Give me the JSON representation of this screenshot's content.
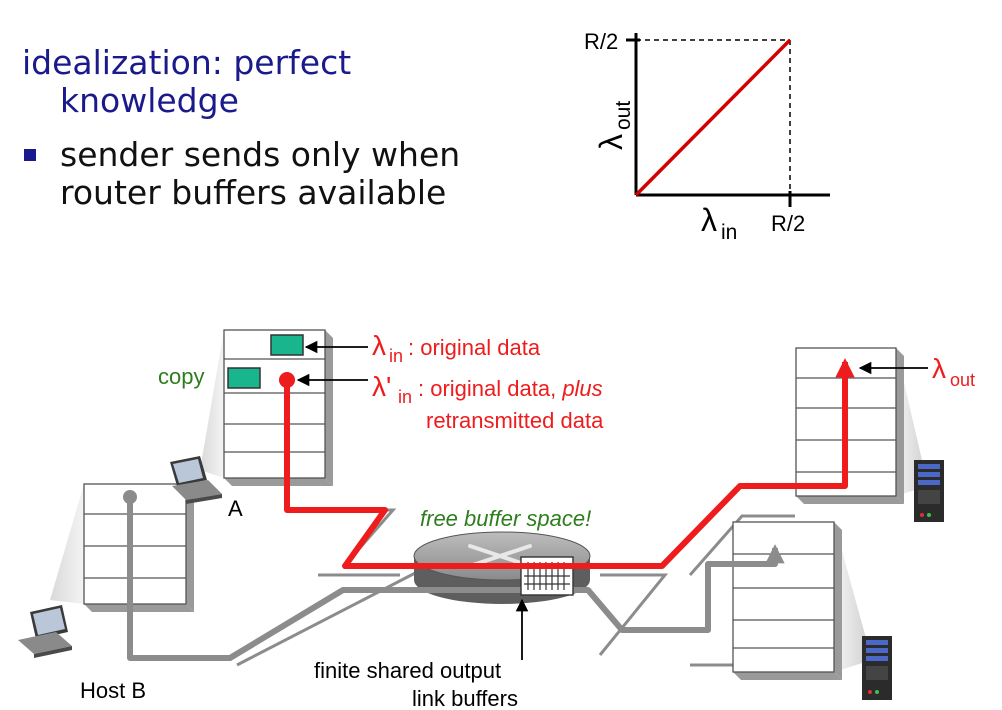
{
  "heading": {
    "line1": "idealization: perfect",
    "line2": "knowledge"
  },
  "bullet": {
    "line1": "sender sends only when",
    "line2": "router buffers available"
  },
  "graph": {
    "y_tick": "R/2",
    "x_tick": "R/2",
    "y_label_main": "λ",
    "y_label_sub": "out",
    "x_label_main": "λ",
    "x_label_sub": "in",
    "line_color": "#d40000"
  },
  "labels": {
    "lambda_in": {
      "main": "λ",
      "sub": "in",
      "text": " : original data"
    },
    "lambda_in_prime": {
      "main": "λ'",
      "sub": "in",
      "text": ": original data, ",
      "italic": "plus",
      "line2": "retransmitted data"
    },
    "lambda_out": {
      "main": "λ",
      "sub": "out"
    },
    "copy": "copy",
    "host_a": "A",
    "host_b": "Host B",
    "free_buffer": "free buffer space!",
    "finite_line1": "finite shared output",
    "finite_line2": "link buffers"
  },
  "colors": {
    "red": "#ee1c1c",
    "gray": "#8c8c8c",
    "green_text": "#2e7d1e",
    "packet": "#19b58c",
    "navy": "#1a1a8c"
  }
}
